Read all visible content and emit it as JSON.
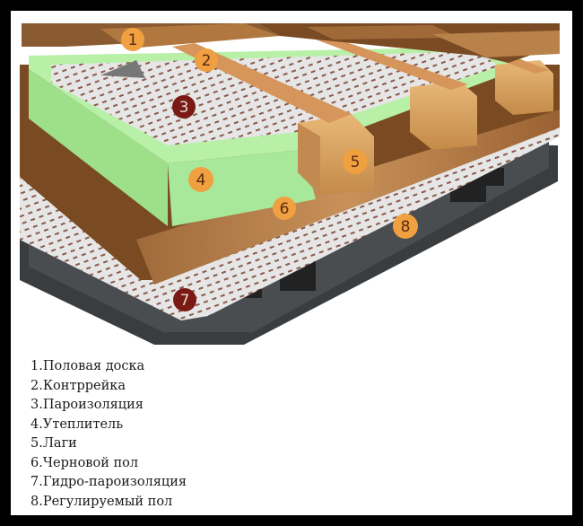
{
  "diagram": {
    "callouts": [
      {
        "number": "1",
        "style": "orange"
      },
      {
        "number": "2",
        "style": "orange"
      },
      {
        "number": "3",
        "style": "maroon"
      },
      {
        "number": "4",
        "style": "orange"
      },
      {
        "number": "5",
        "style": "orange"
      },
      {
        "number": "6",
        "style": "orange"
      },
      {
        "number": "7",
        "style": "maroon"
      },
      {
        "number": "8",
        "style": "orange"
      }
    ],
    "colors": {
      "orange_badge": "#f0a040",
      "maroon_badge": "#7a1a14",
      "insulation": "#a8e89a",
      "wood": "#c8915a",
      "dark_wood": "#7a4a22",
      "base_gray": "#3a3d40",
      "membrane": "#dcdcdc"
    }
  },
  "legend": {
    "items": [
      "1.Половая доска",
      "2.Контррейка",
      "3.Пароизоляция",
      "4.Утеплитель",
      "5.Лаги",
      "6.Черновой пол",
      "7.Гидро-пароизоляция",
      "8.Регулируемый пол"
    ]
  }
}
